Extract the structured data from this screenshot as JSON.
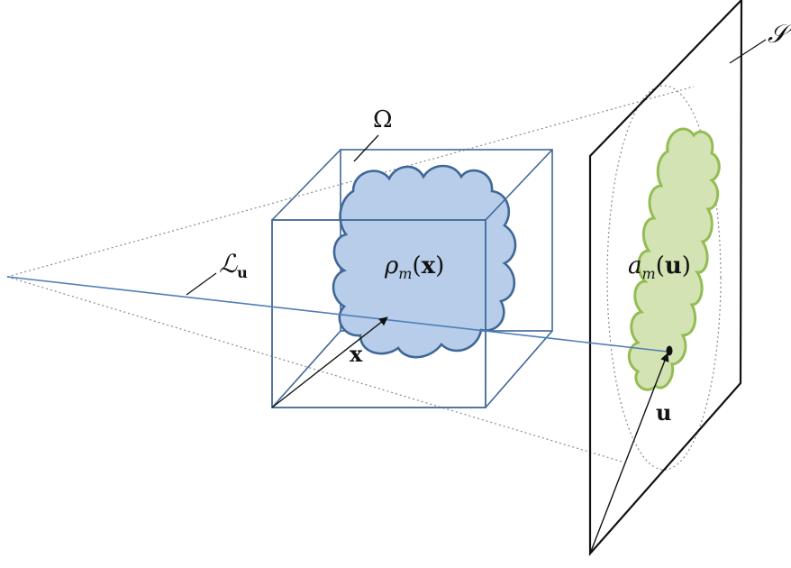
{
  "labels": {
    "surface": "𝒮",
    "domain": "Ω",
    "density": "ρ",
    "density_sub": "m",
    "density_arg_open": "(",
    "density_arg": "x",
    "density_arg_close": ")",
    "line": "ℒ",
    "line_sub": "u",
    "position": "x",
    "projection": "a",
    "projection_sub": "m",
    "projection_arg_open": "(",
    "projection_arg": "u",
    "projection_arg_close": ")",
    "detector_point": "u"
  },
  "colors": {
    "cube": "#3f6797",
    "cloud_fill": "#b7cde9",
    "cloud_stroke": "#3f6797",
    "ray": "#4f7fb8",
    "cone": "#8a8a8a",
    "screen": "#111111",
    "projection_fill": "#d3e3b3",
    "projection_stroke": "#93bd53",
    "arrow": "#111111"
  },
  "icons": {
    "arrowhead": "filled-triangle-arrowhead"
  }
}
